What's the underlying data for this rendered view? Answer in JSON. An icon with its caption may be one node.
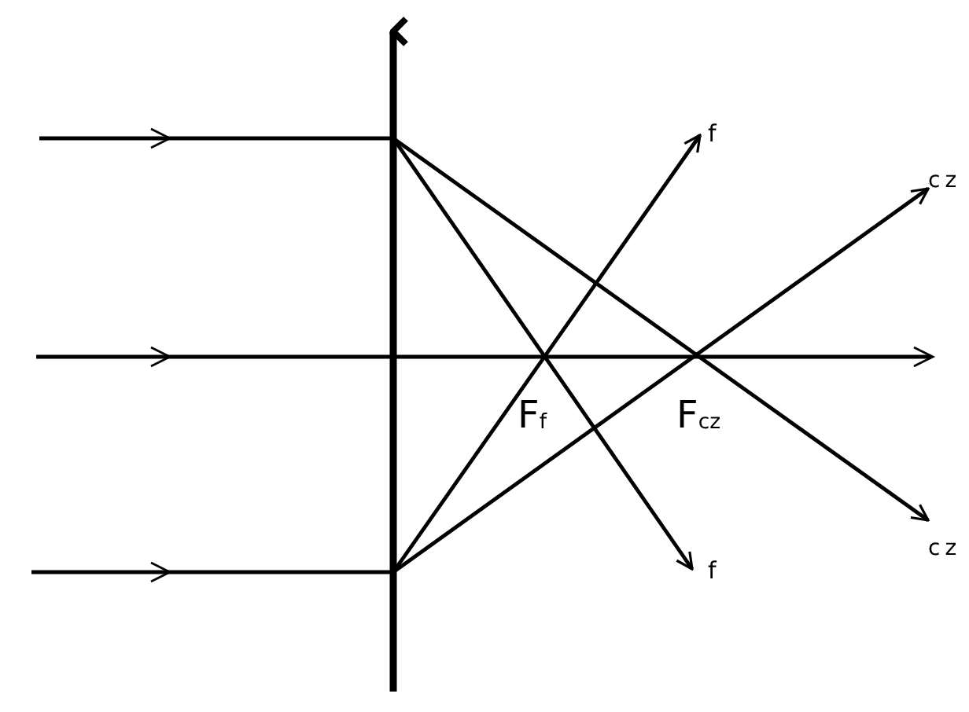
{
  "diagram": {
    "labels": [
      "f",
      "cz",
      "F$_{f}$",
      "F$_{cz}$",
      "cz",
      "f"
    ]
  }
}
